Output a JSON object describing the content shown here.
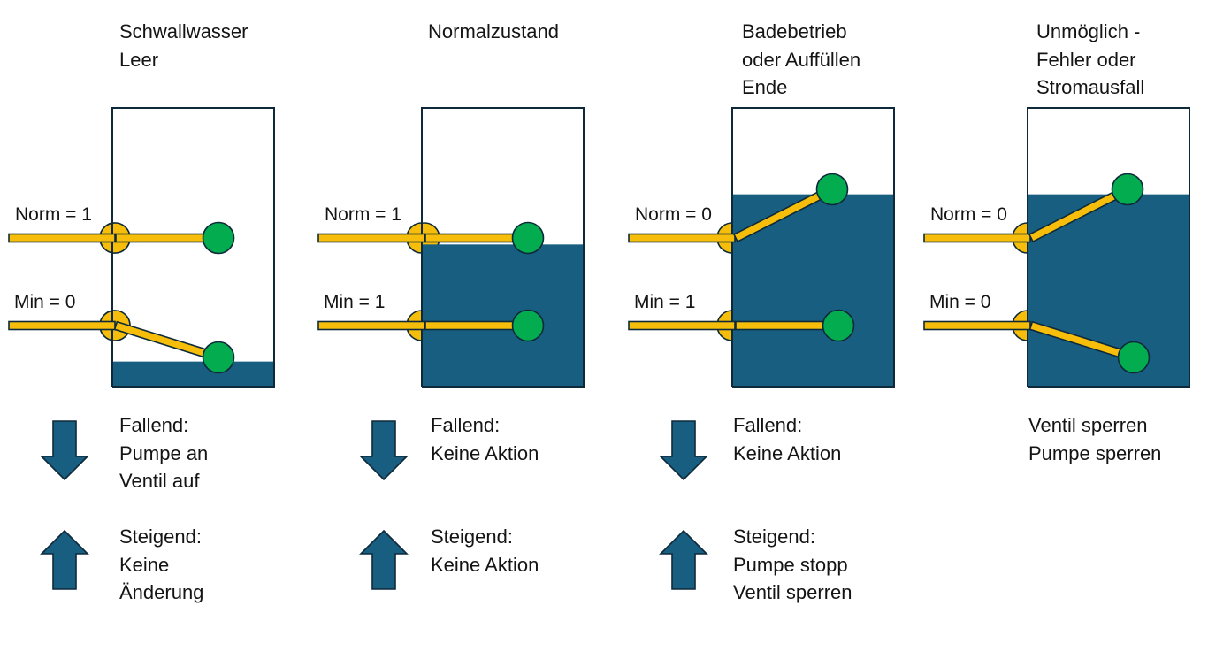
{
  "colors": {
    "water": "#185E80",
    "outline": "#0E2A3A",
    "rod": "#F6BE0A",
    "float": "#03AD4F",
    "arrow": "#185E80",
    "background": "#FFFFFF"
  },
  "panels": [
    {
      "title": [
        "Schwallwasser",
        "Leer"
      ],
      "water_level_fraction": 0.09,
      "norm_label": "Norm = 1",
      "min_label": "Min = 0",
      "norm_switch": {
        "value": 1,
        "float_position": "horizontal"
      },
      "min_switch": {
        "value": 0,
        "float_position": "down"
      },
      "falling": {
        "label": "Fallend:",
        "actions": [
          "Pumpe an",
          "Ventil auf"
        ]
      },
      "rising": {
        "label": "Steigend:",
        "actions": [
          "Keine",
          "Änderung"
        ]
      }
    },
    {
      "title": [
        "Normalzustand"
      ],
      "water_level_fraction": 0.51,
      "norm_label": "Norm = 1",
      "min_label": "Min = 1",
      "norm_switch": {
        "value": 1,
        "float_position": "horizontal"
      },
      "min_switch": {
        "value": 1,
        "float_position": "horizontal"
      },
      "falling": {
        "label": "Fallend:",
        "actions": [
          "Keine Aktion"
        ]
      },
      "rising": {
        "label": "Steigend:",
        "actions": [
          "Keine Aktion"
        ]
      }
    },
    {
      "title": [
        "Badebetrieb",
        "oder Auffüllen",
        "Ende"
      ],
      "water_level_fraction": 0.69,
      "norm_label": "Norm = 0",
      "min_label": "Min = 1",
      "norm_switch": {
        "value": 0,
        "float_position": "up"
      },
      "min_switch": {
        "value": 1,
        "float_position": "horizontal"
      },
      "falling": {
        "label": "Fallend:",
        "actions": [
          "Keine Aktion"
        ]
      },
      "rising": {
        "label": "Steigend:",
        "actions": [
          "Pumpe stopp",
          "Ventil sperren"
        ]
      }
    },
    {
      "title": [
        "Unmöglich -",
        "Fehler oder",
        "Stromausfall"
      ],
      "water_level_fraction": 0.69,
      "norm_label": "Norm = 0",
      "min_label": "Min = 0",
      "norm_switch": {
        "value": 0,
        "float_position": "up"
      },
      "min_switch": {
        "value": 0,
        "float_position": "down"
      },
      "note": [
        "Ventil sperren",
        "Pumpe sperren"
      ]
    }
  ]
}
